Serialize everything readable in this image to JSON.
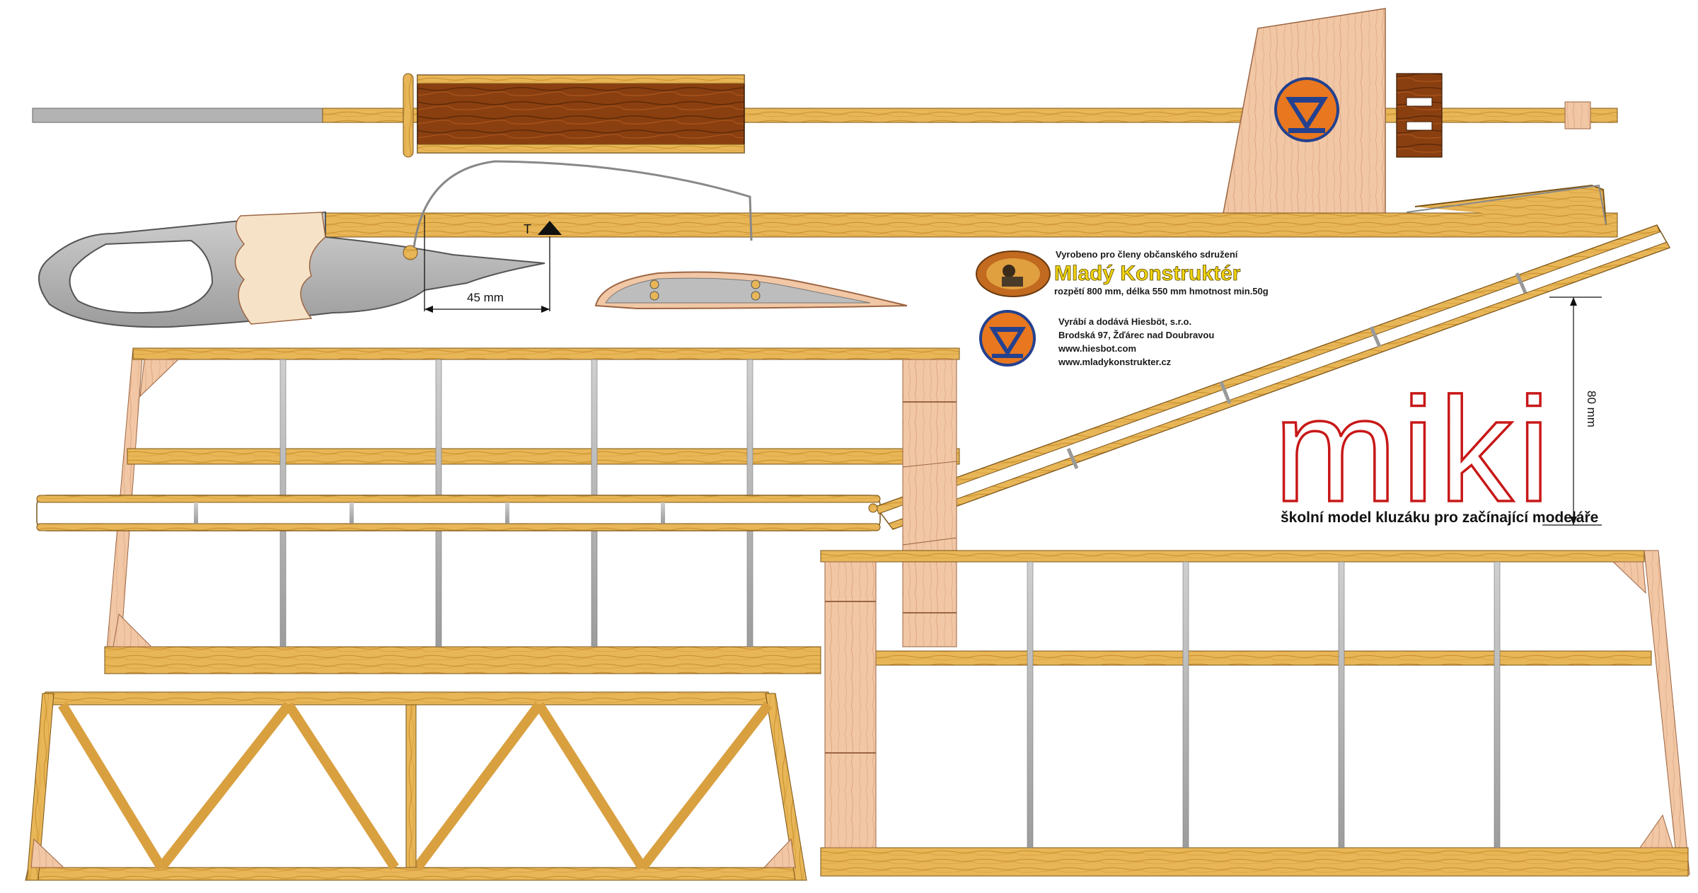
{
  "plan": {
    "title": "miki",
    "subtitle": "školní model kluzáku pro začínající modeláře"
  },
  "dimensions": {
    "hook_offset": "45 mm",
    "dihedral_height": "80 mm",
    "cg_marker": "T"
  },
  "sponsor": {
    "line1": "Vyrobeno pro členy občanského sdružení",
    "club_name": "Mladý Konstruktér",
    "specs": "rozpětí 800 mm, délka 550 mm hmotnost min.50g"
  },
  "maker": {
    "line1": "Vyrábí a dodává Hiesböt, s.r.o.",
    "line2": "Brodská 97, Žďárec nad Doubravou",
    "line3": "www.hiesbot.com",
    "line4": "www.mladykonstrukter.cz"
  },
  "colors": {
    "pine": "#e8b657",
    "pine_grain": "#c98f2c",
    "balsa": "#f1c7a5",
    "balsa_grain": "#d89a72",
    "aluminium": "#b3b3b3",
    "walnut": "#8a3f10",
    "title_outline": "#c81818",
    "logo_orange": "#e8771f",
    "logo_blue": "#24418f"
  },
  "icons": {
    "maker_logo": "triangle-emblem-icon",
    "club_logo": "photo-medallion-icon"
  }
}
